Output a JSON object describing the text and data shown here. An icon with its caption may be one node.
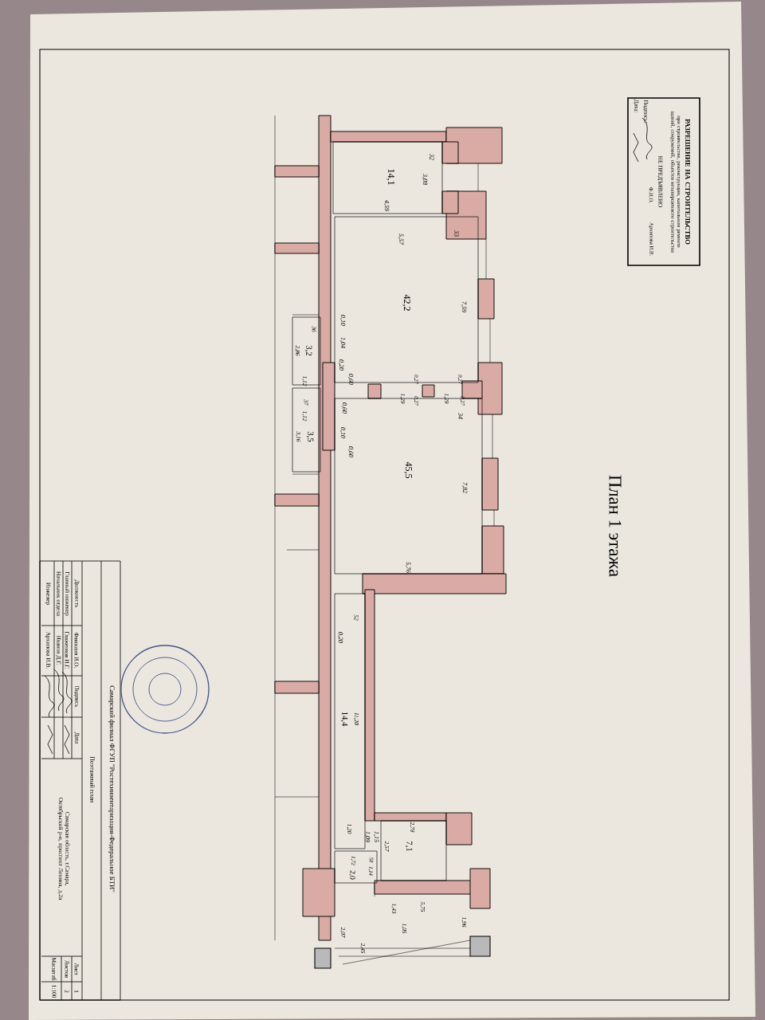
{
  "diagram": {
    "title": "План 1 этажа",
    "nodes": [
      {
        "text": [
          "РАЗРЕШЕНИЕ НА СТРОИТЕЛЬСТВО",
          "при строительстве, реконструкции, капитальном ремонте зданий, сооружений, объектов незавершенного строительства",
          "Подпись:",
          "НЕ ПРЕДЪЯВЛЕНО",
          "Ф.И.О.",
          "Архипова И.В.",
          "Дата:"
        ]
      },
      {
        "text": [
          "14,1",
          "3,08",
          "4,59",
          "32"
        ]
      },
      {
        "text": [
          "42,2",
          "5,57",
          "7,59",
          "33"
        ]
      },
      {
        "text": [
          "3,2",
          "2,86",
          "1,12",
          "36"
        ]
      },
      {
        "text": [
          "3,5",
          "3,16",
          "1,12",
          "37"
        ]
      },
      {
        "text": [
          "45,5",
          "7,82",
          "5,76",
          "34"
        ]
      },
      {
        "text": [
          "14,4",
          "11,20",
          "52",
          "1,20"
        ]
      },
      {
        "text": [
          "7,1",
          "2,78",
          "2,57"
        ]
      },
      {
        "text": [
          "2,0",
          "1,72",
          "1,14",
          "58"
        ]
      }
    ],
    "labels": [
      "0,10",
      "1,04",
      "0,20",
      "0,60",
      "0,60",
      "0,10",
      "0,60",
      "0,27",
      "1,29",
      "0,27",
      "0,27",
      "1,29",
      "0,27",
      "0,20",
      "1,09",
      "1,15",
      "1,43",
      "5,75",
      "1,05",
      "2,45",
      "2,07",
      "1,96",
      "Самарский филиал ФГУП \"Ростехинвентаризация-Федеральное БТИ\"",
      "Поэтажный план",
      "Самарская область, г.Самара, Октябрьский р-н, проспект Ленина, д.2а",
      "Должность",
      "Фамилия И.О.",
      "Подпись",
      "Дата",
      "Главный инженер",
      "Глаженков И.Г.",
      "Начальник отдела",
      "Иванов Д.Г.",
      "Инженер",
      "Архипова И.В.",
      "Лист",
      "1",
      "Листов",
      "2",
      "Масштаб",
      "1:100"
    ]
  }
}
